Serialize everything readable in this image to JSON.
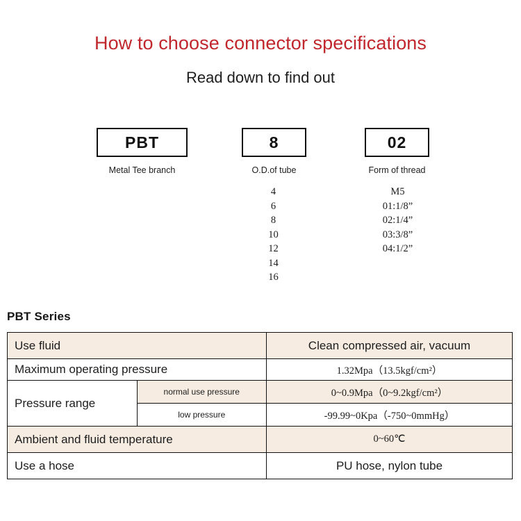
{
  "header": {
    "title": "How to choose connector specifications",
    "subtitle": "Read down to find out"
  },
  "colors": {
    "title_red": "#c0272d",
    "row_beige": "#f6ece1",
    "border": "#111111",
    "text": "#1d1d1d"
  },
  "code_breakdown": {
    "columns": [
      {
        "code": "PBT",
        "caption": "Metal Tee branch",
        "options": []
      },
      {
        "code": "8",
        "caption": "O.D.of tube",
        "options": [
          "4",
          "6",
          "8",
          "10",
          "12",
          "14",
          "16"
        ]
      },
      {
        "code": "02",
        "caption": "Form of thread",
        "options": [
          "M5",
          "01:1/8”",
          "02:1/4”",
          "03:3/8”",
          "04:1/2”"
        ]
      }
    ]
  },
  "spec": {
    "series_label": "PBT Series",
    "rows": [
      {
        "label": "Use fluid",
        "value": "Clean compressed air, vacuum"
      },
      {
        "label": "Maximum operating pressure",
        "value": "1.32Mpa（13.5kgf/cm²）"
      },
      {
        "label": "Pressure range",
        "sub_rows": [
          {
            "sub_label": "normal use pressure",
            "value": "0~0.9Mpa（0~9.2kgf/cm²）"
          },
          {
            "sub_label": "low pressure",
            "value": "-99.99~0Kpa（-750~0mmHg）"
          }
        ]
      },
      {
        "label": "Ambient and fluid temperature",
        "value": "0~60℃"
      },
      {
        "label": "Use a hose",
        "value": "PU hose, nylon tube"
      }
    ]
  }
}
